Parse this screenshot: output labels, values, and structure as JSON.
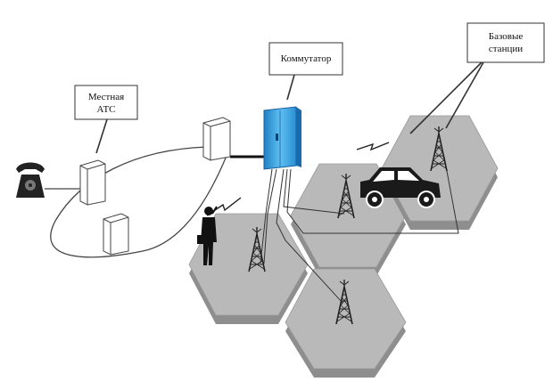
{
  "labels": {
    "local_exchange_line1": "Местная",
    "local_exchange_line2": "АТС",
    "switch": "Коммутатор",
    "base_stations_line1": "Базовые",
    "base_stations_line2": "станции"
  },
  "icons": {
    "telephone": "telephone-icon",
    "person": "person-with-phone-icon",
    "car": "car-icon",
    "tower": "antenna-tower-icon",
    "switch": "switch-cabinet-icon"
  },
  "colors": {
    "switch_cabinet": "#3aa0e0",
    "cell_fill": "#b9b9b9",
    "cell_side": "#8e8e8e",
    "line": "#333333"
  }
}
